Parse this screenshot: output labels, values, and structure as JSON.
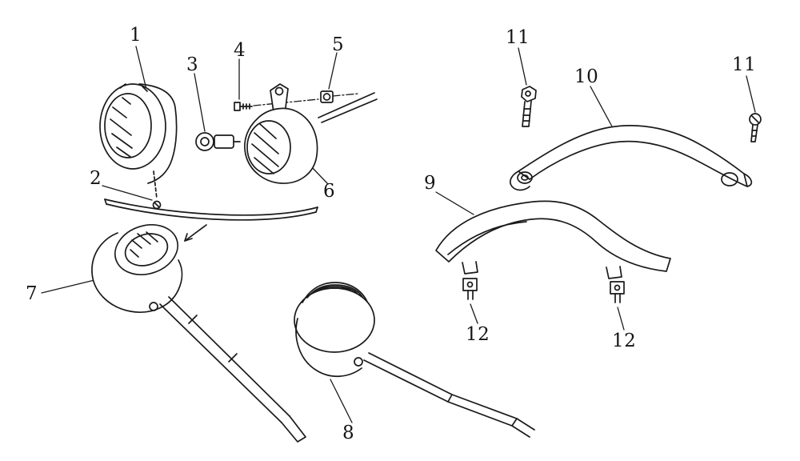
{
  "figure": {
    "background_color": "#ffffff",
    "ink_color": "#1a1a1a"
  },
  "labels": [
    {
      "id": "part-1",
      "text": "1"
    },
    {
      "id": "part-2",
      "text": "2"
    },
    {
      "id": "part-3",
      "text": "3"
    },
    {
      "id": "part-4",
      "text": "4"
    },
    {
      "id": "part-5",
      "text": "5"
    },
    {
      "id": "part-6",
      "text": "6"
    },
    {
      "id": "part-7",
      "text": "7"
    },
    {
      "id": "part-8",
      "text": "8"
    },
    {
      "id": "part-9",
      "text": "9"
    },
    {
      "id": "part-10",
      "text": "10"
    },
    {
      "id": "part-11-left",
      "text": "11"
    },
    {
      "id": "part-11-right",
      "text": "11"
    },
    {
      "id": "part-12-left",
      "text": "12"
    },
    {
      "id": "part-12-right",
      "text": "12"
    }
  ]
}
